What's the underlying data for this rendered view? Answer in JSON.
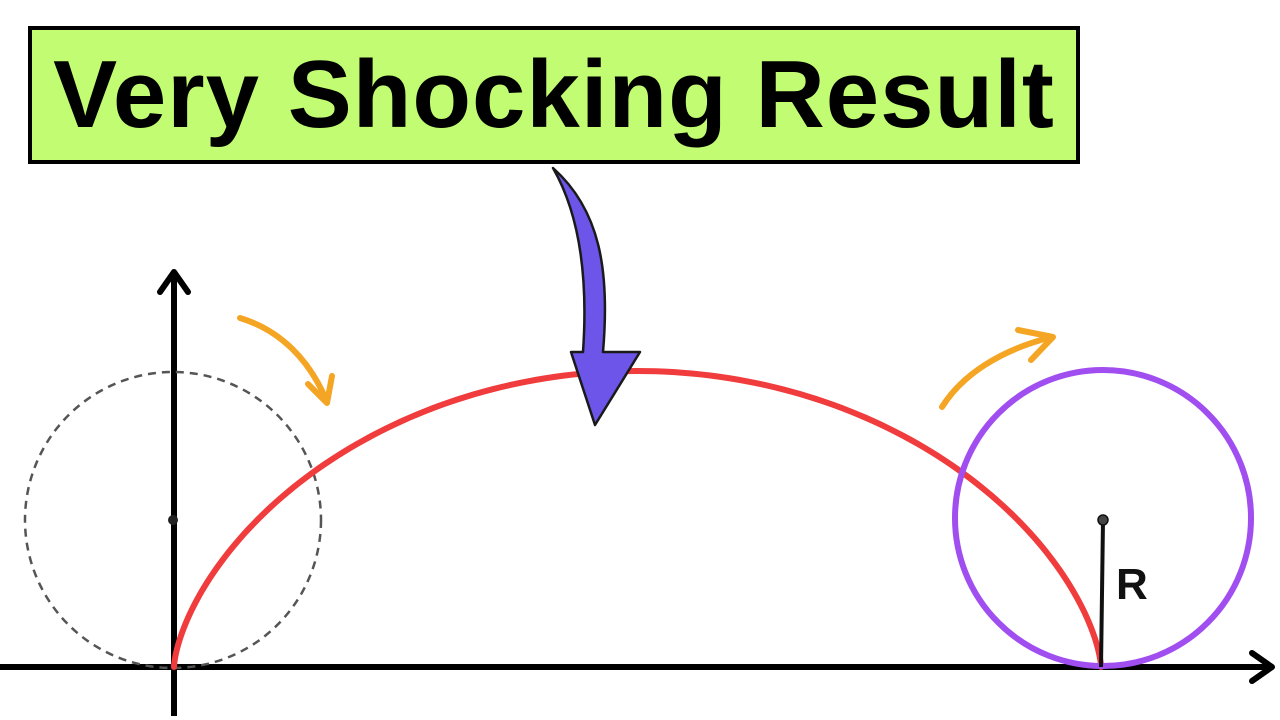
{
  "title": "Very Shocking Result",
  "radius_label": "R",
  "colors": {
    "title_bg": "#c2fc72",
    "cycloid": "#f03c3c",
    "rolling_circle": "#a04ef0",
    "start_circle": "#555555",
    "pointer_arrow": "#6c55e8",
    "motion_arrows": "#f5a524",
    "axes": "#000000"
  },
  "elements": [
    "x-axis-arrow",
    "y-axis-arrow",
    "cycloid-arch",
    "starting-circle-dashed",
    "rolling-circle",
    "radius-line",
    "curved-pointer-arrow",
    "rotation-arrow-left",
    "rotation-arrow-right"
  ]
}
